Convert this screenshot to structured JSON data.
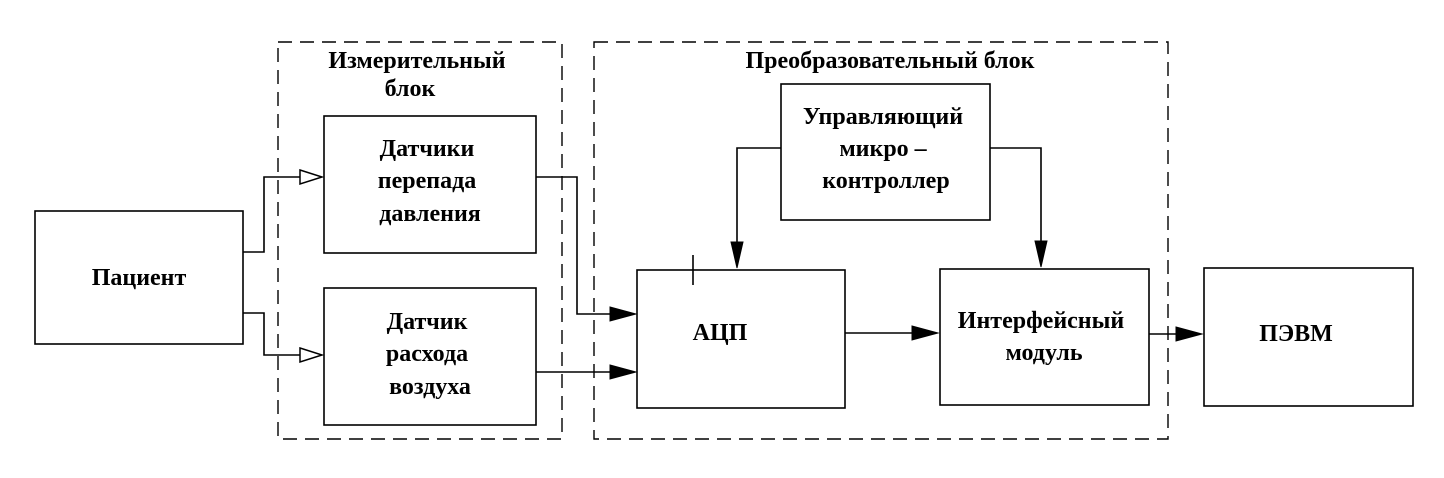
{
  "groups": {
    "measuring": {
      "title": [
        "Измерительный",
        "блок"
      ]
    },
    "converting": {
      "title": [
        "Преобразовательный блок"
      ]
    }
  },
  "blocks": {
    "patient": [
      "Пациент"
    ],
    "pressure_sensors": [
      "Датчики",
      "перепада",
      "давления"
    ],
    "flow_sensor": [
      "Датчик",
      "расхода",
      "воздуха"
    ],
    "adc": [
      "АЦП"
    ],
    "microcontroller": [
      "Управляющий",
      "микро –",
      "контроллер"
    ],
    "interface": [
      "Интерфейсный",
      "модуль"
    ],
    "pc": [
      "ПЭВМ"
    ]
  },
  "colors": {
    "line": "#000000",
    "background": "#ffffff"
  }
}
